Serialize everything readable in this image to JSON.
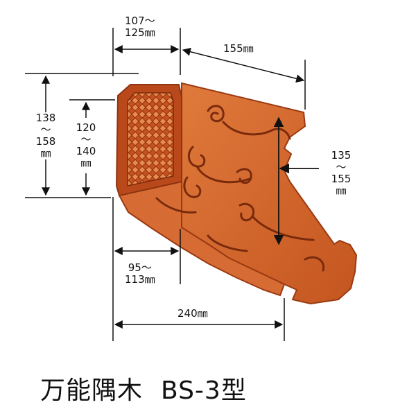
{
  "dimensions": {
    "top_width": [
      "107〜",
      "125㎜"
    ],
    "top_length": "155㎜",
    "outer_height": [
      "138",
      "〜",
      "158",
      "㎜"
    ],
    "inner_height": [
      "120",
      "〜",
      "140",
      "㎜"
    ],
    "right_height": [
      "135",
      "〜",
      "155",
      "㎜"
    ],
    "bottom_width": [
      "95〜",
      "113㎜"
    ],
    "bottom_length": "240㎜"
  },
  "caption": {
    "name": "万能隅木",
    "model": "BS-3型"
  },
  "colors": {
    "wood": "#D4652B",
    "wood_dark": "#9A3A12",
    "wood_light": "#E8854A",
    "line": "#111111"
  }
}
